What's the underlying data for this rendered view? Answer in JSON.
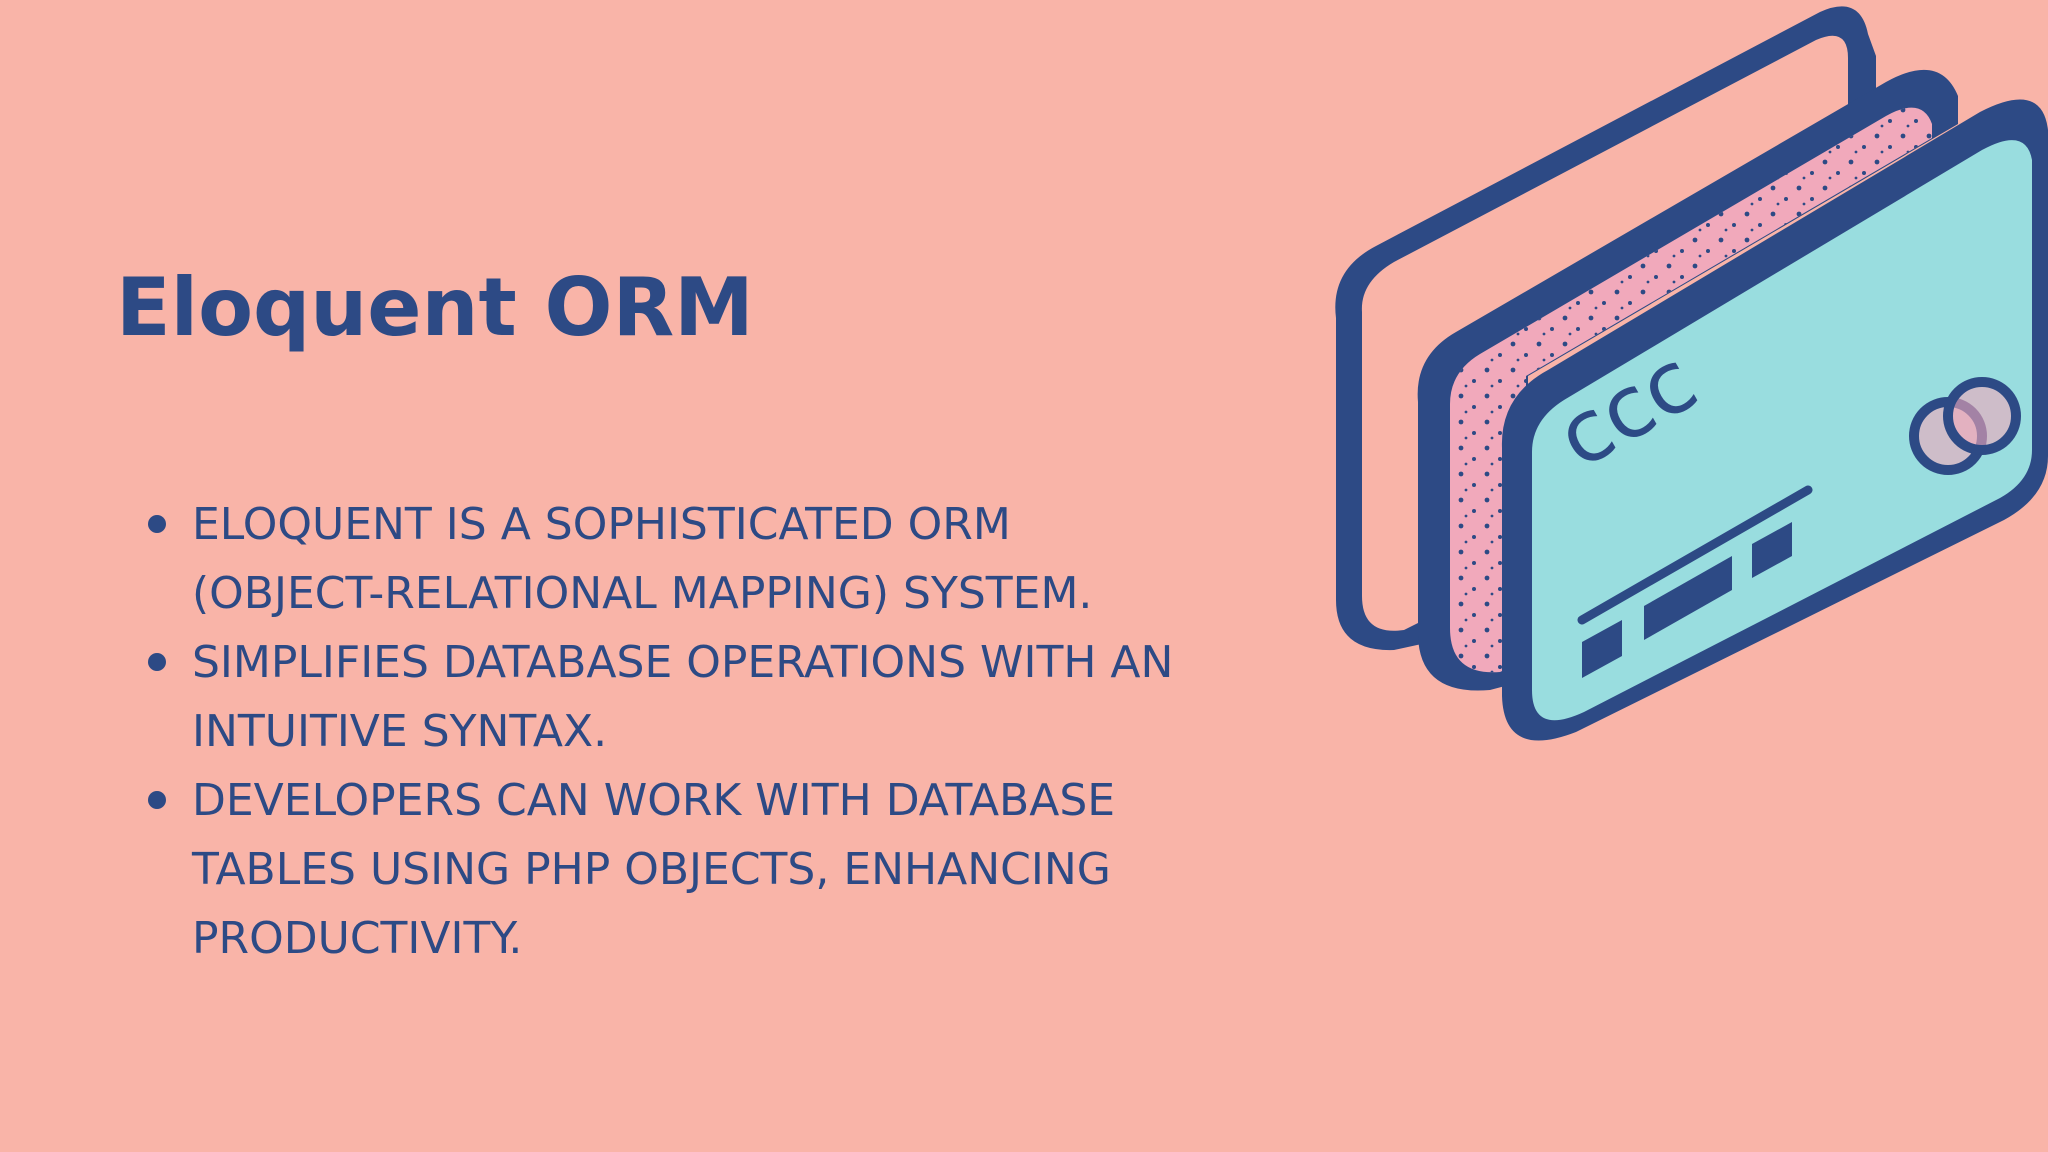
{
  "slide": {
    "title": "Eloquent ORM",
    "bullets": [
      {
        "text": "ELOQUENT IS A SOPHISTICATED ORM (OBJECT-RELATIONAL MAPPING) SYSTEM."
      },
      {
        "text": "SIMPLIFIES DATABASE OPERATIONS WITH AN INTUITIVE SYNTAX."
      },
      {
        "text": "DEVELOPERS CAN WORK WITH DATABASE TABLES USING PHP OBJECTS, ENHANCING PRODUCTIVITY."
      }
    ]
  },
  "illustration": {
    "icon": "credit-cards-icon",
    "card_chip_text": "ccc"
  },
  "colors": {
    "background": "#F9B4A8",
    "text": "#2D4A85",
    "outline": "#2D4A85",
    "card_back": "#F9B4A8",
    "card_middle": "#F1A9BB",
    "card_front": "#99DDDF"
  }
}
